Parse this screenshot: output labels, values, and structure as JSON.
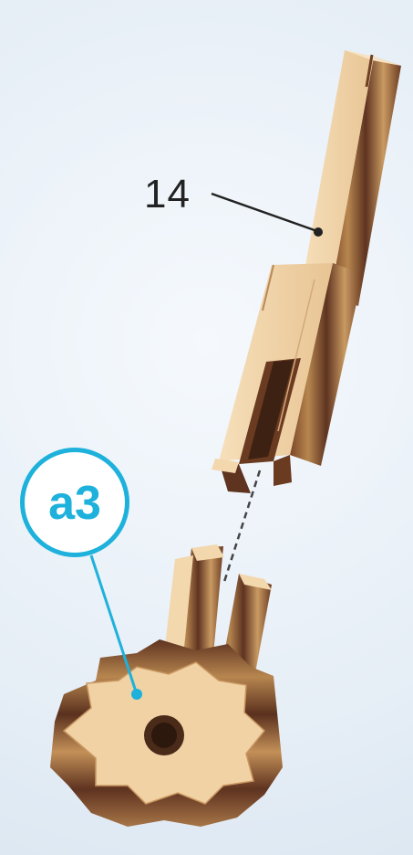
{
  "part_label": "14",
  "badge_label": "a3",
  "colors": {
    "badge": "#1eb1dc",
    "wood_light": "#f3d7ad",
    "wood_dark": "#6e4025",
    "wood_mid": "#c99660",
    "leader": "#222222"
  },
  "parts": [
    {
      "name": "shaft-14"
    },
    {
      "name": "gear-a3"
    }
  ]
}
